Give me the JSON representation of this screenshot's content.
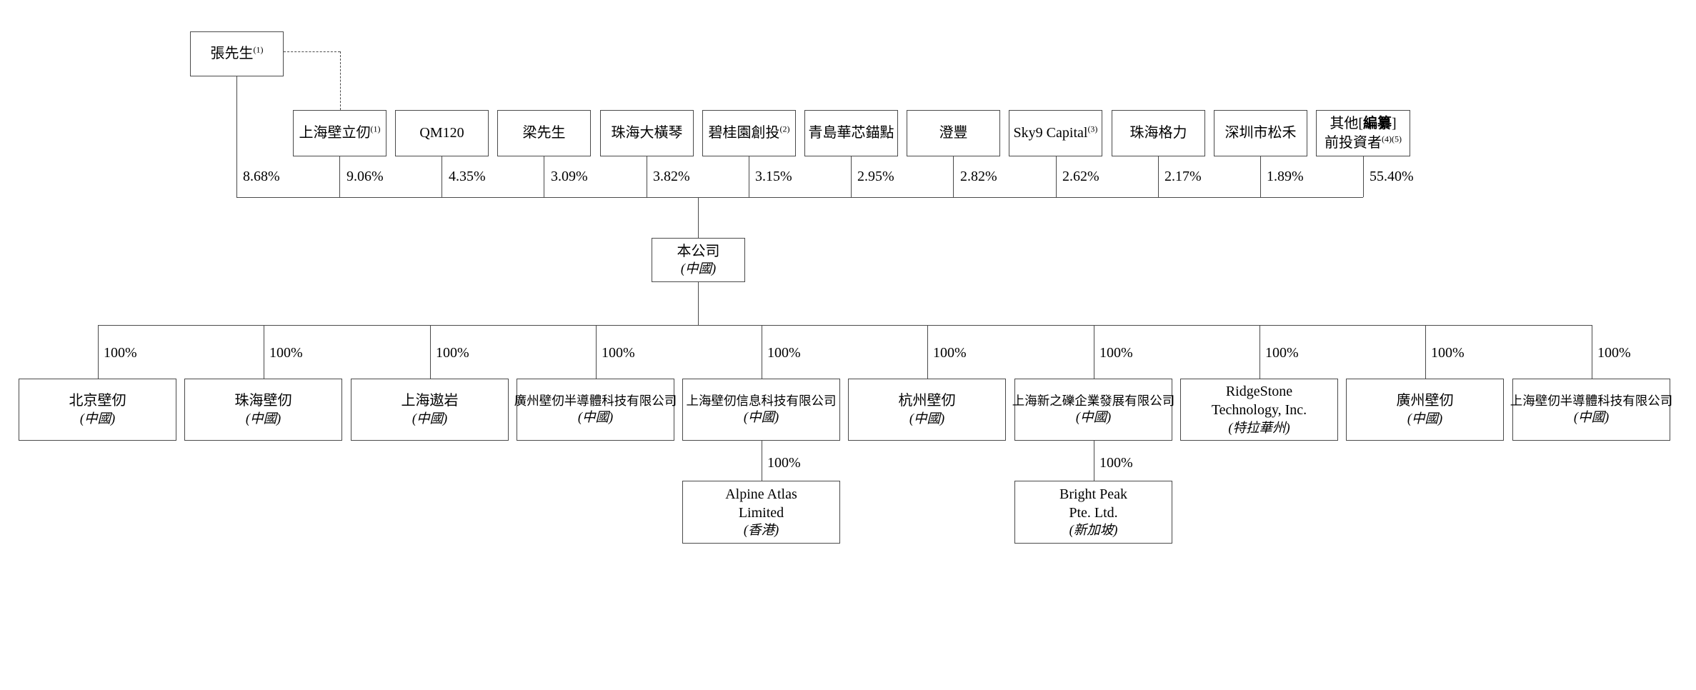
{
  "diagram": {
    "founder": {
      "name": "張先生",
      "sup": "(1)",
      "percent": "8.68%"
    },
    "shareholders": [
      {
        "name": "上海壁立仞",
        "sup": "(1)",
        "percent": "9.06%"
      },
      {
        "name": "QM120",
        "sup": "",
        "percent": "4.35%"
      },
      {
        "name": "梁先生",
        "sup": "",
        "percent": "3.09%"
      },
      {
        "name": "珠海大橫琴",
        "sup": "",
        "percent": "3.82%"
      },
      {
        "name": "碧桂園創投",
        "sup": "(2)",
        "percent": "3.15%"
      },
      {
        "name": "青島華芯錨點",
        "sup": "",
        "percent": "2.95%"
      },
      {
        "name": "澄豐",
        "sup": "",
        "percent": "2.82%"
      },
      {
        "name": "Sky9 Capital",
        "sup": "(3)",
        "percent": "2.62%"
      },
      {
        "name": "珠海格力",
        "sup": "",
        "percent": "2.17%"
      },
      {
        "name": "深圳市松禾",
        "sup": "",
        "percent": "1.89%"
      },
      {
        "line1_pre": "其他[",
        "line1_bold": "編纂",
        "line1_post": "]",
        "line2": "前投資者",
        "sup": "(4)(5)",
        "percent": "55.40%"
      }
    ],
    "company": {
      "name": "本公司",
      "region": "(中國)"
    },
    "subsidiaries": [
      {
        "line1": "北京壁仞",
        "region": "(中國)",
        "percent": "100%"
      },
      {
        "line1": "珠海壁仞",
        "region": "(中國)",
        "percent": "100%"
      },
      {
        "line1": "上海遨岩",
        "region": "(中國)",
        "percent": "100%"
      },
      {
        "line1": "廣州壁仞半導體科技有限公司",
        "region": "(中國)",
        "percent": "100%"
      },
      {
        "line1": "上海壁仞信息科技有限公司",
        "region": "(中國)",
        "percent": "100%"
      },
      {
        "line1": "杭州壁仞",
        "region": "(中國)",
        "percent": "100%"
      },
      {
        "line1": "上海新之礫企業發展有限公司",
        "region": "(中國)",
        "percent": "100%"
      },
      {
        "line1": "RidgeStone",
        "line2": "Technology, Inc.",
        "region": "(特拉華州)",
        "percent": "100%"
      },
      {
        "line1": "廣州壁仞",
        "region": "(中國)",
        "percent": "100%"
      },
      {
        "line1": "上海壁仞半導體科技有限公司",
        "region": "(中國)",
        "percent": "100%"
      }
    ],
    "level3": [
      {
        "line1": "Alpine Atlas",
        "line2": "Limited",
        "region": "(香港)",
        "percent": "100%"
      },
      {
        "line1": "Bright Peak",
        "line2": "Pte. Ltd.",
        "region": "(新加坡)",
        "percent": "100%"
      }
    ]
  }
}
